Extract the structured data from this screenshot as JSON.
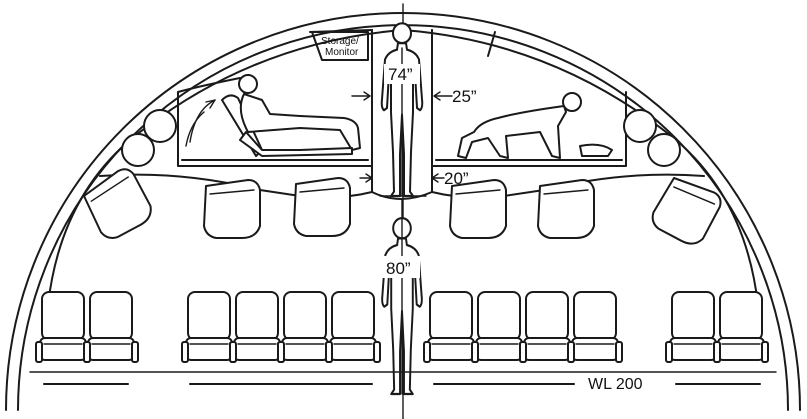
{
  "labels": {
    "storage_line1": "Storage/",
    "storage_line2": "Monitor",
    "dim_upper_height": "74”",
    "dim_upper_width": "25”",
    "dim_passage_width": "20”",
    "dim_lower_height": "80”",
    "waterline": "WL 200"
  },
  "icons": {
    "standing_person": "person-standing-icon",
    "reclining_person": "person-reclining-icon",
    "crawling_person": "person-crawling-icon",
    "seat": "seat-icon",
    "bin": "overhead-bin-icon",
    "light": "cabin-light-icon"
  }
}
